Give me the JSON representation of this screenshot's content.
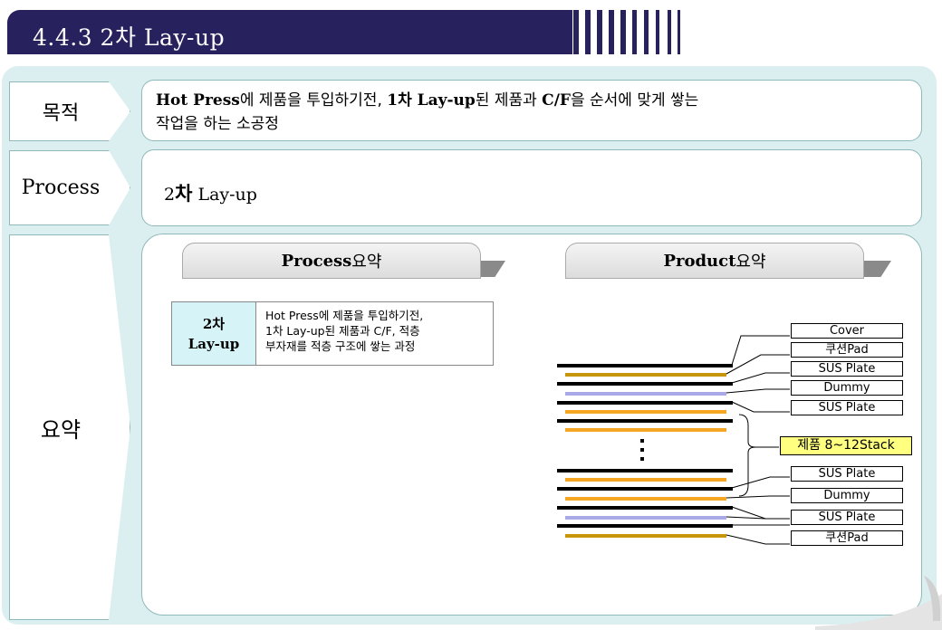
{
  "header": {
    "title": "4.4.3  2차 Lay-up"
  },
  "rows": {
    "purpose": {
      "label": "목적",
      "text_bold1": "Hot Press",
      "text_part1": "에 제품을 투입하기전, ",
      "text_bold2": "1차 Lay-up",
      "text_part2": "된 제품과 ",
      "text_bold3": "C/F",
      "text_part3": "을 순서에 맞게 쌓는",
      "text_line2": "작업을 하는  소공정"
    },
    "process": {
      "label": "Process",
      "prefix": "2",
      "bold": "차",
      "suffix": " Lay-up"
    },
    "summary": {
      "label": "요약"
    }
  },
  "summary": {
    "process_header": {
      "bold": "Process",
      "normal": " 요약"
    },
    "product_header": {
      "bold": "Product",
      "normal": " 요약"
    },
    "process_table": {
      "step_line1": "2차",
      "step_line2": "Lay-up",
      "desc_line1": "Hot Press에 제품을 투입하기전,",
      "desc_line2": "1차 Lay-up된 제품과 C/F, 적층",
      "desc_line3": "부자재를 적층 구조에 쌓는 과정"
    },
    "product_labels": {
      "l1": "Cover",
      "l2": "쿠션Pad",
      "l3": "SUS Plate",
      "l4": "Dummy",
      "l5": "SUS Plate",
      "l6": "제품 8~12Stack",
      "l7": "SUS Plate",
      "l8": "Dummy",
      "l9": "SUS Plate",
      "l10": "쿠션Pad"
    },
    "colors": {
      "black_layer": "#000000",
      "gold_layer": "#c8960a",
      "orange_layer": "#f5a623",
      "dummy_layer": "#a9a9e8",
      "highlight": "#ffff80"
    }
  }
}
